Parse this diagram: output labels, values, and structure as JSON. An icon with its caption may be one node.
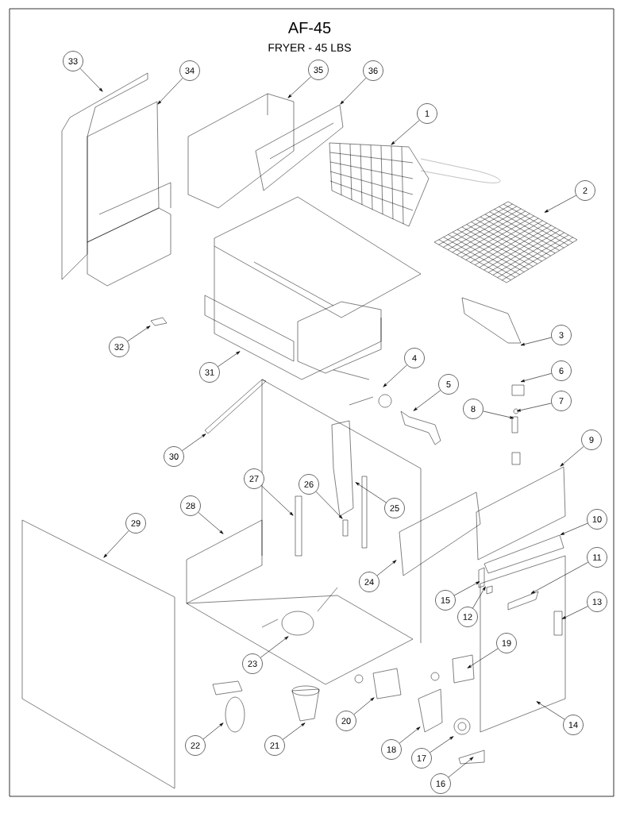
{
  "diagram": {
    "title": "AF-45",
    "caption": "FRYER - 45 LBS",
    "nodes": [
      {
        "text": [
          "1"
        ]
      },
      {
        "text": [
          "2"
        ]
      },
      {
        "text": [
          "3"
        ]
      },
      {
        "text": [
          "4"
        ]
      },
      {
        "text": [
          "5"
        ]
      },
      {
        "text": [
          "6"
        ]
      },
      {
        "text": [
          "7"
        ]
      },
      {
        "text": [
          "8"
        ]
      },
      {
        "text": [
          "9"
        ]
      },
      {
        "text": [
          "10"
        ]
      },
      {
        "text": [
          "11"
        ]
      },
      {
        "text": [
          "12"
        ]
      },
      {
        "text": [
          "13"
        ]
      },
      {
        "text": [
          "14"
        ]
      },
      {
        "text": [
          "15"
        ]
      },
      {
        "text": [
          "16"
        ]
      },
      {
        "text": [
          "17"
        ]
      },
      {
        "text": [
          "18"
        ]
      },
      {
        "text": [
          "19"
        ]
      },
      {
        "text": [
          "20"
        ]
      },
      {
        "text": [
          "21"
        ]
      },
      {
        "text": [
          "22"
        ]
      },
      {
        "text": [
          "23"
        ]
      },
      {
        "text": [
          "24"
        ]
      },
      {
        "text": [
          "25"
        ]
      },
      {
        "text": [
          "26"
        ]
      },
      {
        "text": [
          "27"
        ]
      },
      {
        "text": [
          "28"
        ]
      },
      {
        "text": [
          "29"
        ]
      },
      {
        "text": [
          "30"
        ]
      },
      {
        "text": [
          "31"
        ]
      },
      {
        "text": [
          "32"
        ]
      },
      {
        "text": [
          "33"
        ]
      },
      {
        "text": [
          "34"
        ]
      },
      {
        "text": [
          "35"
        ]
      },
      {
        "text": [
          "36"
        ]
      }
    ],
    "edges": [
      {
        "from": 0,
        "to": null,
        "arrow": "to"
      },
      {
        "from": 1,
        "to": null,
        "arrow": "to"
      },
      {
        "from": 2,
        "to": null,
        "arrow": "to"
      },
      {
        "from": 3,
        "to": null,
        "arrow": "to"
      },
      {
        "from": 4,
        "to": null,
        "arrow": "to"
      },
      {
        "from": 5,
        "to": null,
        "arrow": "to"
      },
      {
        "from": 6,
        "to": null,
        "arrow": "to"
      },
      {
        "from": 7,
        "to": null,
        "arrow": "to"
      },
      {
        "from": 8,
        "to": null,
        "arrow": "to"
      },
      {
        "from": 9,
        "to": null,
        "arrow": "to"
      },
      {
        "from": 10,
        "to": null,
        "arrow": "to"
      },
      {
        "from": 11,
        "to": null,
        "arrow": "to"
      },
      {
        "from": 12,
        "to": null,
        "arrow": "to"
      },
      {
        "from": 13,
        "to": null,
        "arrow": "to"
      },
      {
        "from": 14,
        "to": null,
        "arrow": "to"
      },
      {
        "from": 15,
        "to": null,
        "arrow": "to"
      },
      {
        "from": 16,
        "to": null,
        "arrow": "to"
      },
      {
        "from": 17,
        "to": null,
        "arrow": "to"
      },
      {
        "from": 18,
        "to": null,
        "arrow": "to"
      },
      {
        "from": 19,
        "to": null,
        "arrow": "to"
      },
      {
        "from": 20,
        "to": null,
        "arrow": "to"
      },
      {
        "from": 21,
        "to": null,
        "arrow": "to"
      },
      {
        "from": 22,
        "to": null,
        "arrow": "to"
      },
      {
        "from": 23,
        "to": null,
        "arrow": "to"
      },
      {
        "from": 24,
        "to": null,
        "arrow": "to"
      },
      {
        "from": 25,
        "to": null,
        "arrow": "to"
      },
      {
        "from": 26,
        "to": null,
        "arrow": "to"
      },
      {
        "from": 27,
        "to": null,
        "arrow": "to"
      },
      {
        "from": 28,
        "to": null,
        "arrow": "to"
      },
      {
        "from": 29,
        "to": null,
        "arrow": "to"
      },
      {
        "from": 30,
        "to": null,
        "arrow": "to"
      },
      {
        "from": 31,
        "to": null,
        "arrow": "to"
      },
      {
        "from": 32,
        "to": null,
        "arrow": "to"
      },
      {
        "from": 33,
        "to": null,
        "arrow": "to"
      },
      {
        "from": 34,
        "to": null,
        "arrow": "to"
      },
      {
        "from": 35,
        "to": null,
        "arrow": "to"
      }
    ]
  }
}
